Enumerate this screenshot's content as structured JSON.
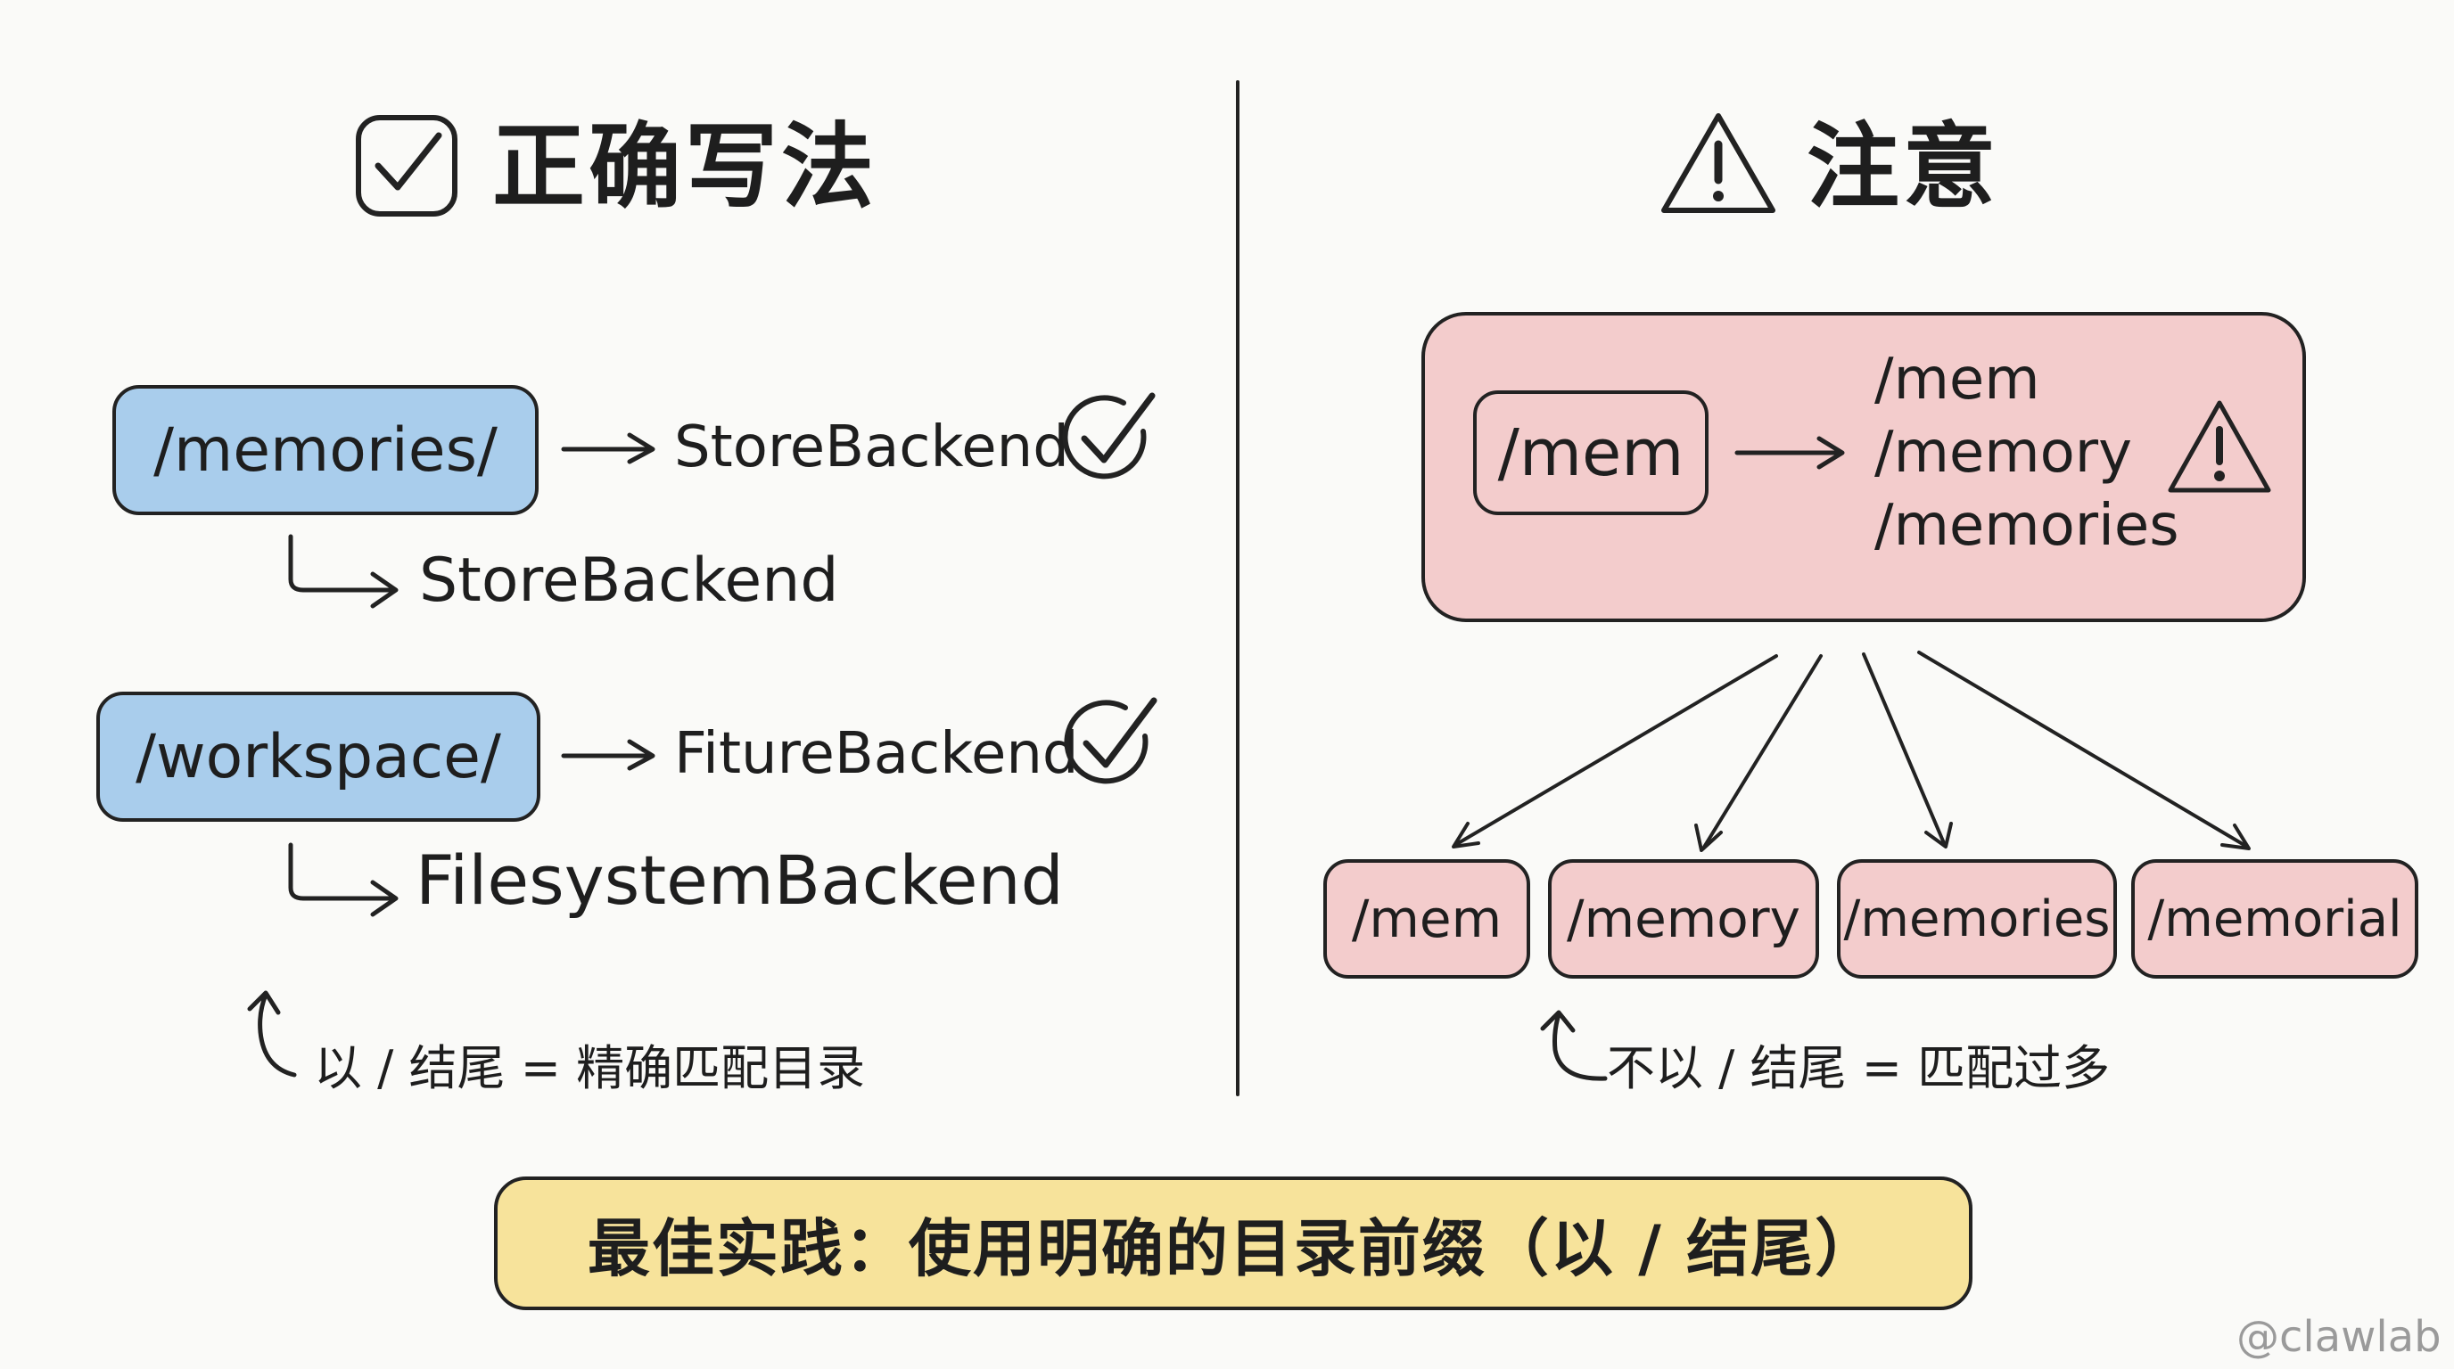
{
  "left": {
    "heading": "正确写法",
    "rows": [
      {
        "prefix": "/memories/",
        "backend": "StoreBackend",
        "fallback": "StoreBackend"
      },
      {
        "prefix": "/workspace/",
        "backend": "FitureBackend",
        "fallback": "FilesystemBackend"
      }
    ],
    "note": "以 / 结尾 = 精确匹配目录"
  },
  "right": {
    "heading": "注意",
    "source": "/mem",
    "matches": [
      "/mem",
      "/memory",
      "/memories"
    ],
    "targets": [
      "/mem",
      "/memory",
      "/memories",
      "/memorial"
    ],
    "note": "不以 / 结尾 = 匹配过多"
  },
  "banner": "最佳实践：使用明确的目录前缀（以 / 结尾）",
  "watermark": "@clawlab",
  "colors": {
    "blue": "#a9cdec",
    "pink": "#f3cccc",
    "yellow": "#f7e39b",
    "ink": "#222222"
  },
  "icons": [
    "check-box-icon",
    "warning-triangle-icon",
    "check-circle-icon",
    "right-arrow-icon",
    "hook-arrow-icon",
    "curved-up-arrow-icon"
  ]
}
